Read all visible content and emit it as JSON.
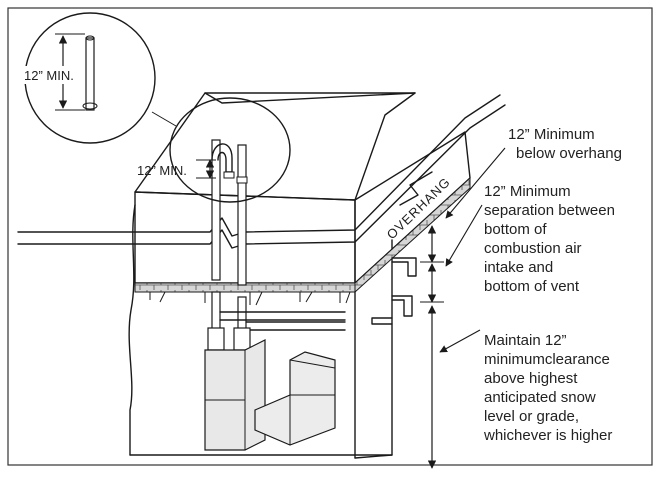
{
  "labels": {
    "inset_min": "12” MIN.",
    "pipe_min": "12” MIN.",
    "overhang": "OVERHANG",
    "callout_overhang": [
      "12” Minimum",
      "below overhang"
    ],
    "callout_separation": [
      "12” Minimum",
      "separation between",
      "bottom of",
      "combustion air",
      "intake and",
      "bottom of vent"
    ],
    "callout_snow": [
      "Maintain 12”",
      "minimumclearance",
      "above highest",
      "anticipated snow",
      "level or grade,",
      "whichever is higher"
    ]
  },
  "icons": {
    "dimension_arrow": "double-arrow-icon",
    "leader_arrow": "leader-arrow-icon"
  },
  "colors": {
    "ink": "#1a1a1a",
    "shade": "#cfcfcf",
    "background": "#ffffff"
  }
}
